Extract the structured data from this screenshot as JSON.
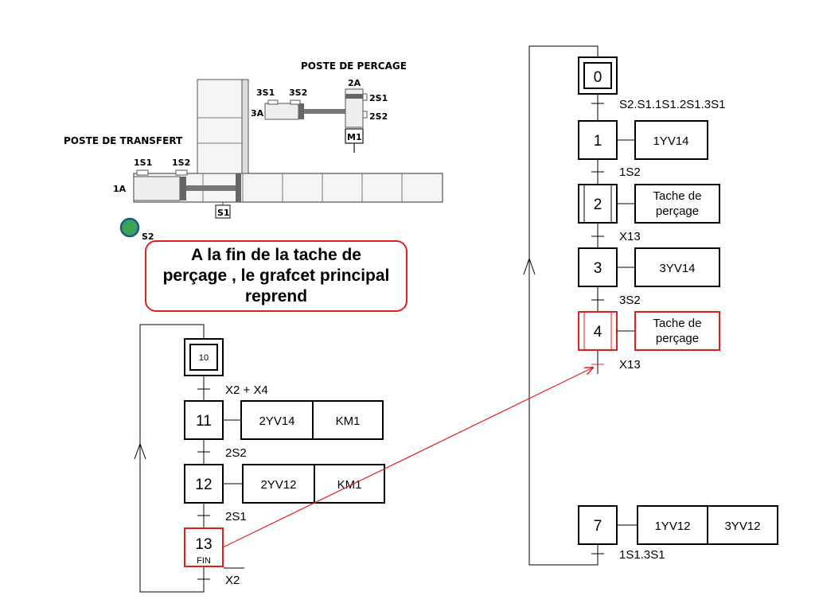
{
  "machine": {
    "poste_percage": "POSTE DE PERCAGE",
    "poste_transfert": "POSTE DE TRANSFERT",
    "labels": {
      "s1_1": "1S1",
      "s1_2": "1S2",
      "a1": "1A",
      "s3_1": "3S1",
      "s3_2": "3S2",
      "a3": "3A",
      "a2": "2A",
      "s2_1": "2S1",
      "s2_2": "2S2",
      "m1": "M1",
      "s1": "S1",
      "s2": "S2"
    },
    "s2_color": "#3aa356"
  },
  "note": {
    "text": "A la fin de la tache de perçage , le grafcet principal reprend",
    "border_color": "#e02020"
  },
  "grafcet_main": {
    "initial_step": "0",
    "steps": [
      {
        "id": "0",
        "receptivity": "S2.S1.1S1.2S1.3S1"
      },
      {
        "id": "1",
        "action": "1YV14",
        "receptivity": "1S2"
      },
      {
        "id": "2",
        "action": "Tache de perçage",
        "receptivity": "X13"
      },
      {
        "id": "3",
        "action": "3YV14",
        "receptivity": "3S2"
      },
      {
        "id": "4",
        "action": "Tache de perçage",
        "receptivity": "X13",
        "highlight": true
      },
      {
        "id": "7",
        "actions": [
          "1YV12",
          "3YV12"
        ],
        "receptivity": "1S1.3S1"
      }
    ]
  },
  "grafcet_task": {
    "initial_step": "10",
    "steps": [
      {
        "id": "10",
        "receptivity": "X2 + X4"
      },
      {
        "id": "11",
        "actions": [
          "2YV14",
          "KM1"
        ],
        "receptivity": "2S2"
      },
      {
        "id": "12",
        "actions": [
          "2YV12",
          "KM1"
        ],
        "receptivity": "2S1"
      },
      {
        "id": "13",
        "sublabel": "FIN",
        "receptivity": "X2",
        "highlight": true
      }
    ]
  },
  "highlight_color": "#e02020"
}
